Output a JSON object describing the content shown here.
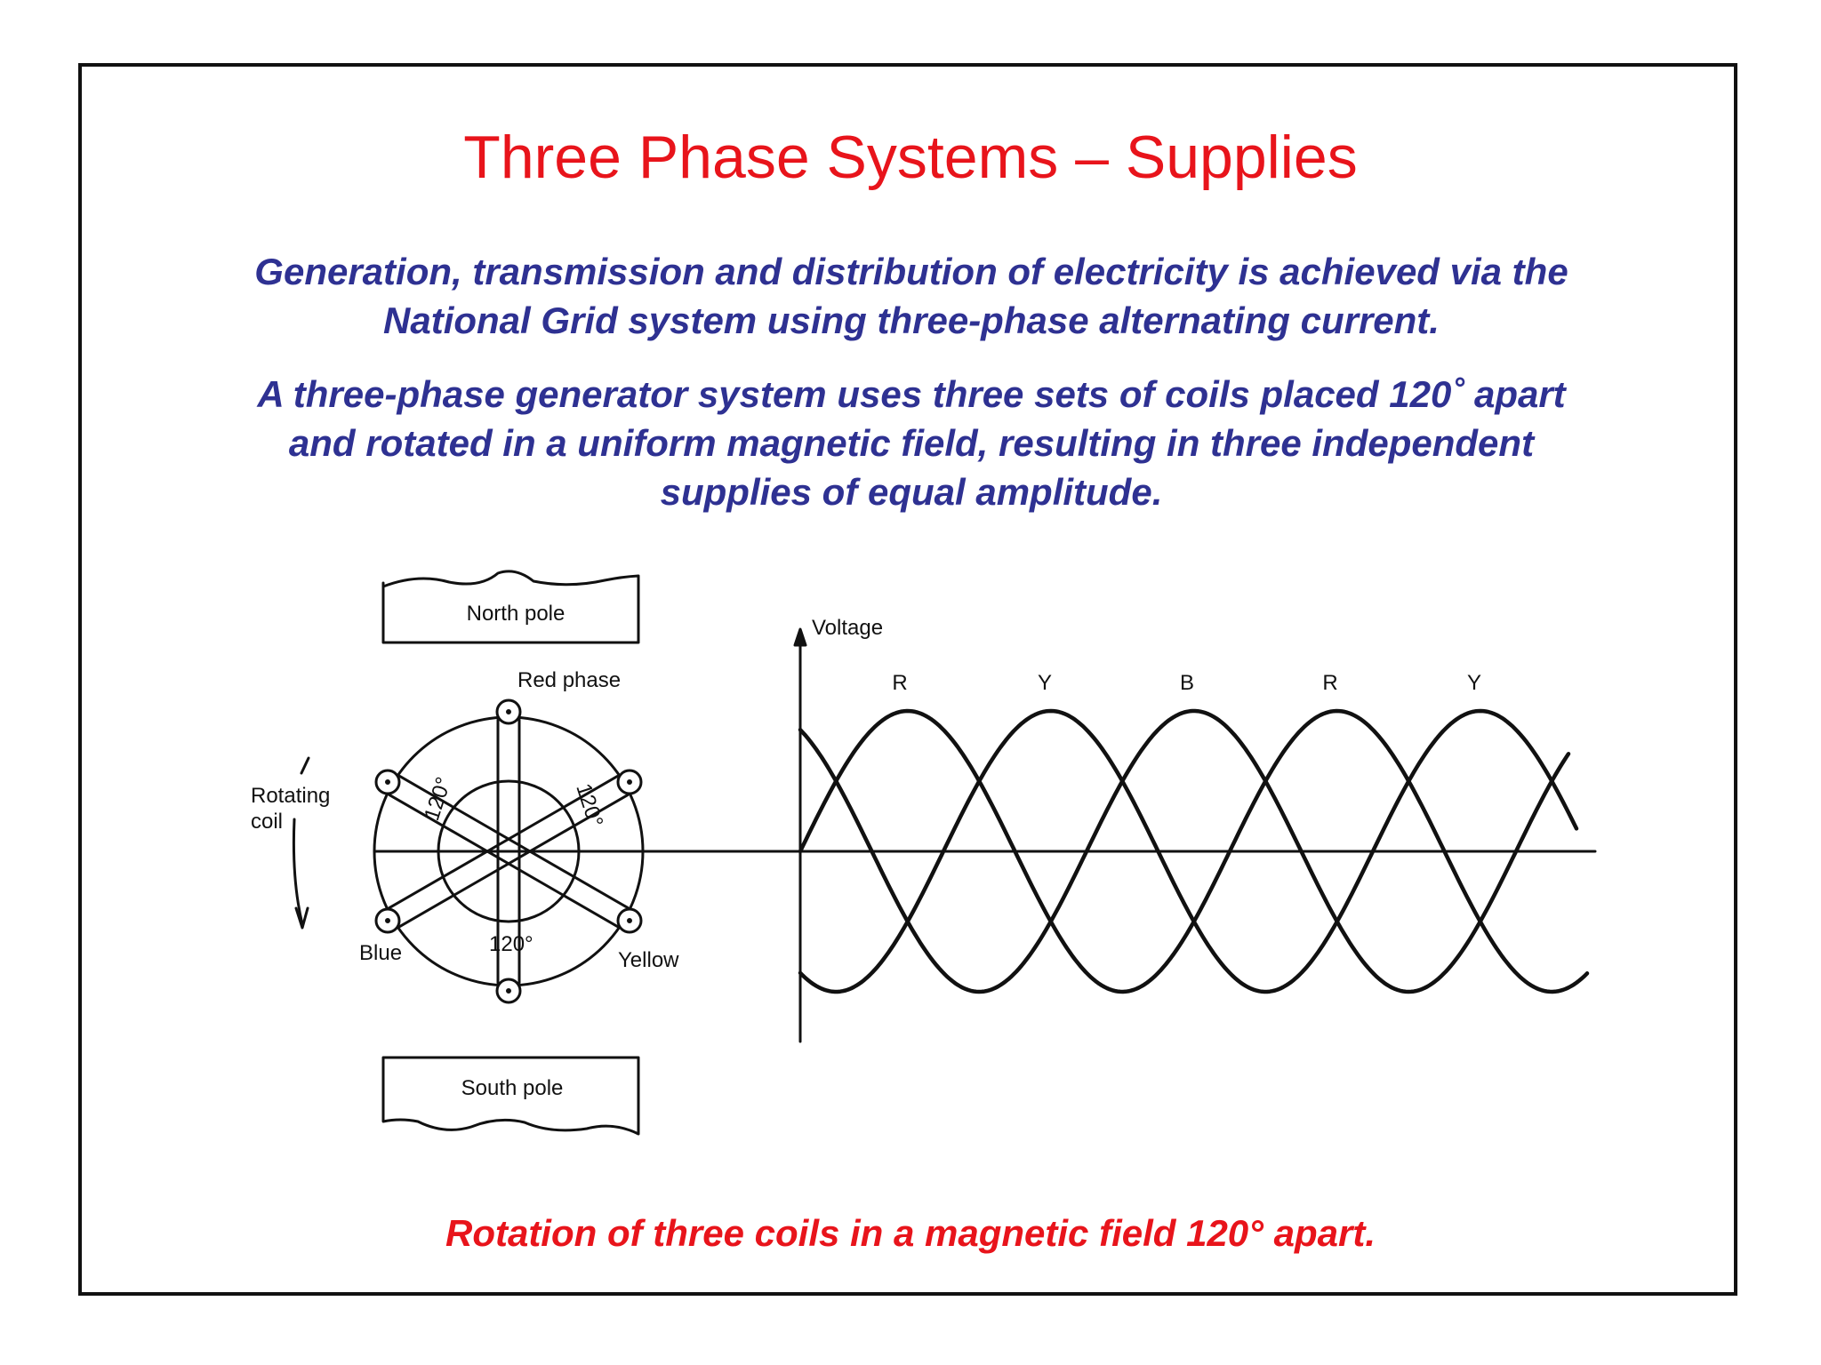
{
  "slide": {
    "title": "Three Phase Systems – Supplies",
    "paragraph1_lines": [
      "Generation, transmission and distribution of electricity is achieved via the",
      "National Grid system using three-phase alternating current."
    ],
    "paragraph2_lines": [
      "A three-phase generator system uses three sets of coils placed 120˚ apart",
      "and rotated in a uniform magnetic field, resulting in three independent",
      "supplies of equal amplitude."
    ],
    "caption": "Rotation of three coils in a magnetic field 120° apart."
  },
  "diagram": {
    "north_pole": "North pole",
    "south_pole": "South pole",
    "red_phase": "Red phase",
    "blue": "Blue",
    "yellow": "Yellow",
    "rotating_line1": "Rotating",
    "rotating_line2": "coil",
    "angle_left": "120°",
    "angle_right": "120°",
    "angle_bottom": "120°",
    "voltage_label": "Voltage",
    "phase_labels": [
      "R",
      "Y",
      "B",
      "R",
      "Y"
    ]
  },
  "colors": {
    "title": "#e8141b",
    "body_text": "#2e3192",
    "caption": "#e8141b",
    "line_art": "#111111"
  }
}
